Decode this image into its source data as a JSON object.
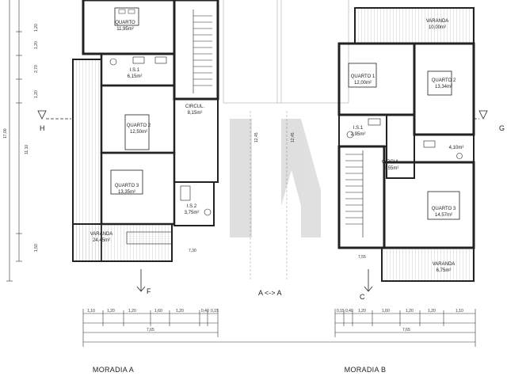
{
  "house_a": {
    "caption": "MORADIA A",
    "rooms": [
      {
        "name": "QUARTO",
        "area": "11,95m²"
      },
      {
        "name": "I.S.1",
        "area": "6,15m²"
      },
      {
        "name": "CIRCUL.",
        "area": "8,15m²"
      },
      {
        "name": "QUARTO 2",
        "area": "12,50m²"
      },
      {
        "name": "QUARTO 3",
        "area": "13,35m²"
      },
      {
        "name": "I.S.2",
        "area": "3,75m²"
      },
      {
        "name": "VARANDA",
        "area": "24,45m²"
      }
    ]
  },
  "house_b": {
    "caption": "MORADIA B",
    "rooms": [
      {
        "name": "VARANDA",
        "area": "10,00m²"
      },
      {
        "name": "QUARTO 1",
        "area": "12,00m²"
      },
      {
        "name": "QUARTO 2",
        "area": "13,34m²"
      },
      {
        "name": "I.S.1",
        "area": "2,95m²"
      },
      {
        "name": "CIRCUL.",
        "area": "8,55m²"
      },
      {
        "name": "",
        "area": "4,10m²"
      },
      {
        "name": "QUARTO 3",
        "area": "14,57m²"
      },
      {
        "name": "VARANDA",
        "area": "6,75m²"
      }
    ]
  },
  "sections": {
    "h": "H",
    "g": "G",
    "f": "F",
    "c": "C",
    "aa": "A <-> A"
  },
  "dimensions": {
    "left_vertical": [
      "17,00",
      "11,10",
      "1,20",
      "1,20",
      "2,70",
      "1,20",
      "1,50"
    ],
    "center": [
      "12,45",
      "12,45"
    ],
    "width_a": "7,65",
    "width_b": "7,65",
    "small_a": "7,30",
    "small_b": "7,55",
    "row_a": [
      "1,10",
      "1,20",
      "1,20",
      "1,60",
      "1,20",
      "0,40",
      "0,15"
    ],
    "row_b": [
      "0,15",
      "0,40",
      "1,20",
      "1,60",
      "1,20",
      "1,20",
      "1,10"
    ]
  }
}
